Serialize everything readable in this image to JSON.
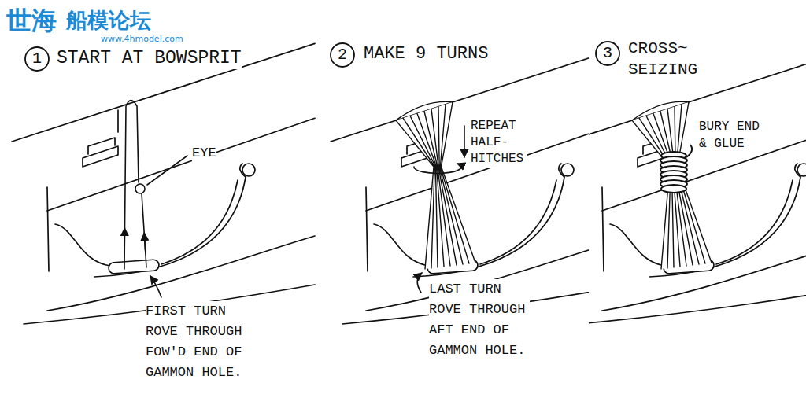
{
  "diagram": {
    "labels": [
      "世海",
      "船模论坛",
      "www.4hmodel.com",
      "1",
      "START AT BOWSPRIT",
      "EYE",
      "FIRST TURN ROVE THROUGH FOW'D END OF GAMMON HOLE.",
      "2",
      "MAKE 9 TURNS",
      "REPEAT HALF- HITCHES",
      "LAST TURN ROVE THROUGH AFT END OF GAMMON HOLE.",
      "3",
      "CROSS~ SEIZING",
      "BURY END & GLUE"
    ]
  }
}
